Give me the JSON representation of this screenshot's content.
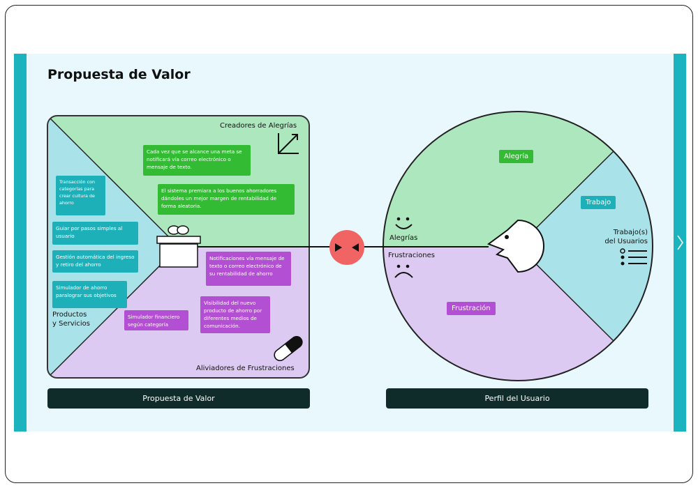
{
  "title": "Propuesta de Valor",
  "colors": {
    "accent_teal": "#1bb3bd",
    "green_zone": "#ade7bd",
    "purple_zone": "#dccaf2",
    "teal_zone": "#a9e3e9",
    "center_marker": "#f06464",
    "button_bg": "#0f2b2a"
  },
  "value_map": {
    "creators_label": "Creadores de Alegrías",
    "relievers_label": "Aliviadores de Frustraciones",
    "products_label": "Productos\ny Servicios",
    "gains_notes": [
      "Cada vez que se alcance una meta se notificará vía correo electrónico o mensaje de texto.",
      "El sistema premiara a los buenos ahorradores dándoles un mejor margen de rentabilidad de forma aleatoria."
    ],
    "product_notes": [
      "Transacción con categorías para crear cultura de ahorro",
      "Guiar por pasos simples al usuario",
      "Gestión automática del ingreso y retiro del ahorro",
      "Simulador de ahorro paralograr sus objetivos"
    ],
    "pain_notes": [
      "Notificaciones vía mensaje de texto o correo electrónico de su rentabilidad de ahorro",
      "Visibilidad del  nuevo producto  de ahorro por diferentes medios de comunicación.",
      "Simulador financiero según categoría"
    ]
  },
  "customer_profile": {
    "gains_chip": "Alegría",
    "jobs_chip": "Trabajo",
    "pains_chip": "Frustración",
    "gains_label": "Alegrías",
    "pains_label": "Frustraciones",
    "jobs_label": "Trabajo(s)\ndel Usuarios"
  },
  "buttons": {
    "value_proposition": "Propuesta de Valor",
    "user_profile": "Perfil del Usuario"
  },
  "icons": {
    "next": "chevron-right-icon",
    "growth": "trend-up-icon",
    "gift": "gift-icon",
    "pill": "pill-icon",
    "happy": "smile-icon",
    "sad": "frown-icon",
    "list": "list-icon"
  }
}
